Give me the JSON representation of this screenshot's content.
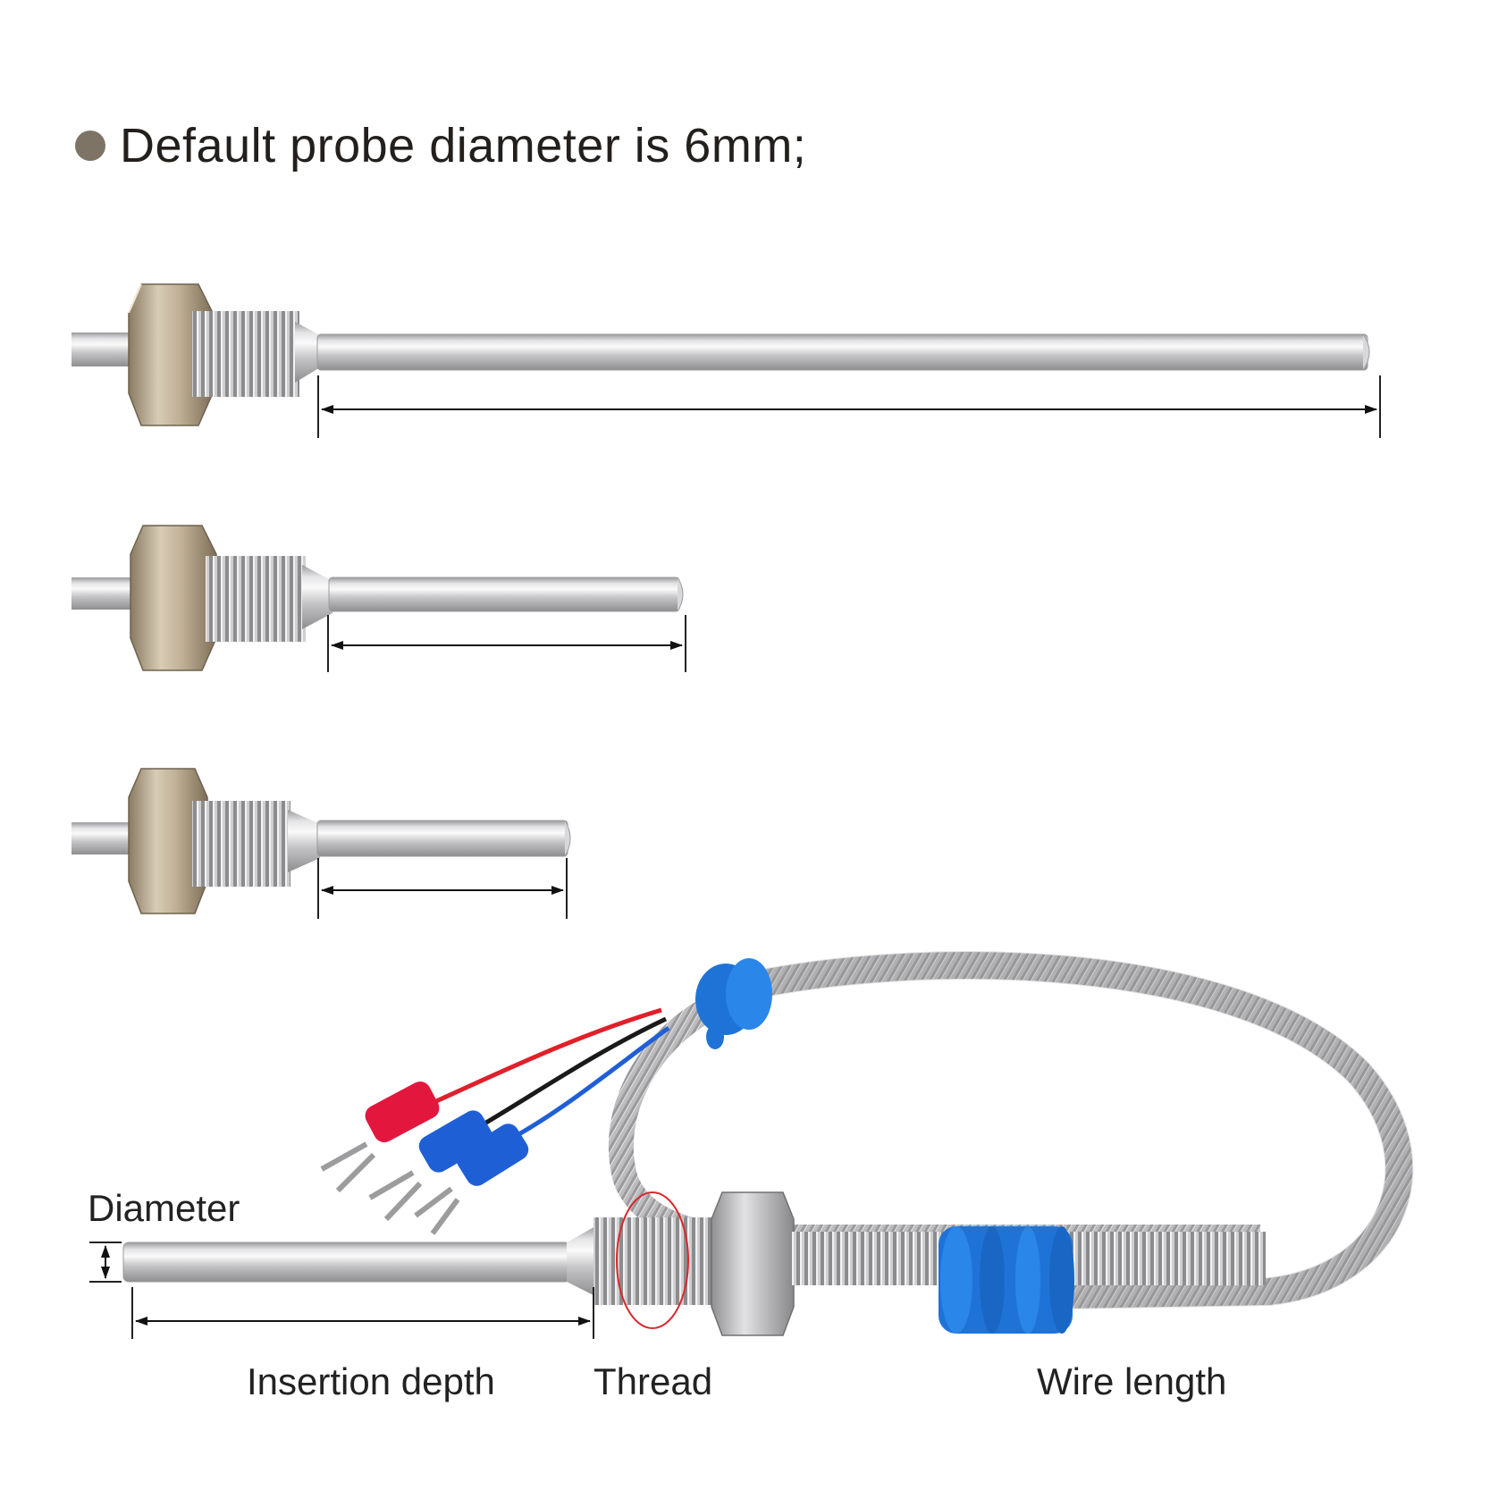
{
  "headline": {
    "bullet_color": "#7d7466",
    "text": "Default probe diameter is 6mm;"
  },
  "probes": [
    {
      "name": "long probe with thread"
    },
    {
      "name": "medium probe with thread"
    },
    {
      "name": "short probe with thread"
    }
  ],
  "assembly_labels": {
    "diameter": "Diameter",
    "insertion_depth": "Insertion depth",
    "thread": "Thread",
    "wire_length": "Wire length"
  },
  "colors": {
    "steel": "#c8c8ca",
    "brass_nut": "#b5a690",
    "sleeve_blue": "#1f73d6",
    "wire_red": "#e0202a",
    "terminal_red": "#e3173e",
    "terminal_blue": "#1f5fd6",
    "thread_marker": "#d9282c"
  }
}
